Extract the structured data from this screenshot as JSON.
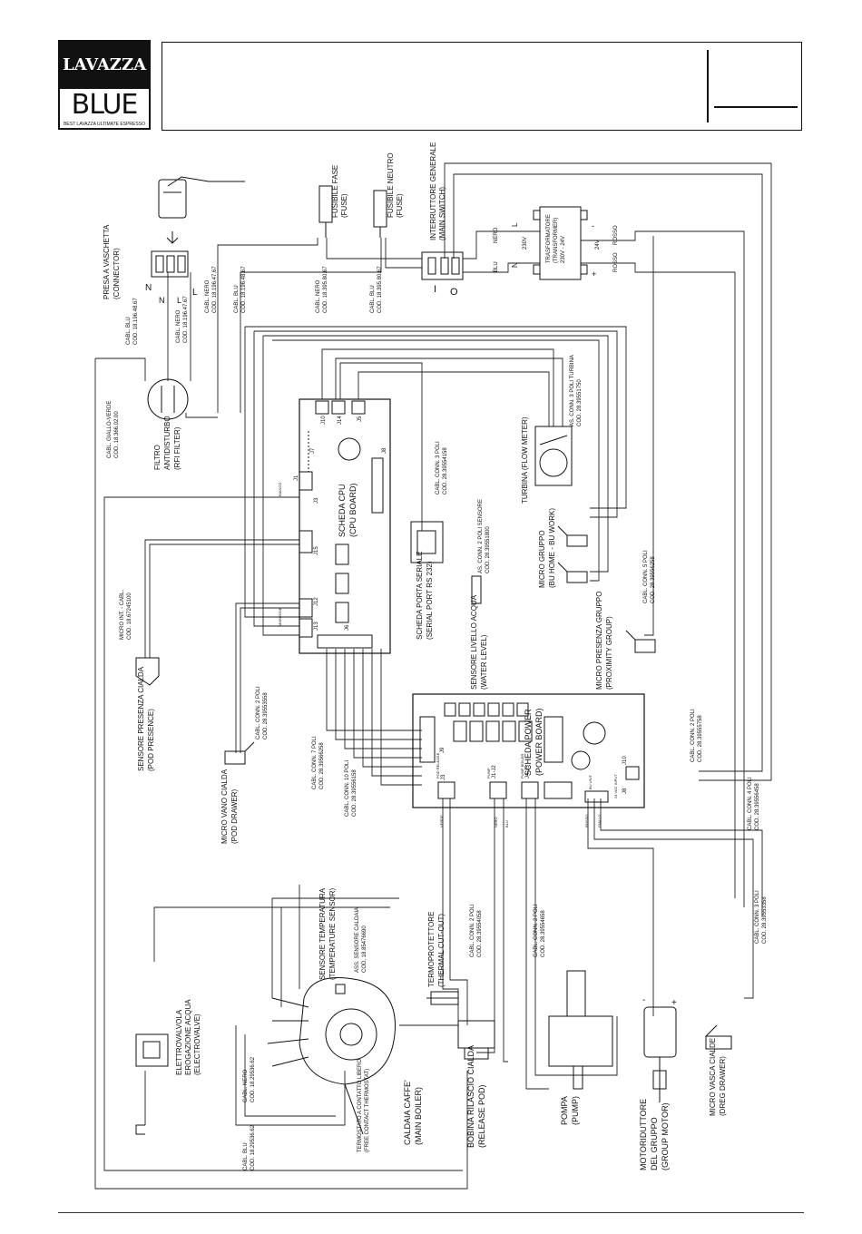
{
  "logo": {
    "brand": "LAVAZZA",
    "line": "BLUE",
    "tagline": "BEST LAVAZZA ULTIMATE ESPRESSO"
  },
  "labels": {
    "presa": [
      "PRESA A VASCHETTA",
      "(CONNECTOR)"
    ],
    "n_top": "N",
    "l_top": "L",
    "cabl_blu_a": [
      "CABL. BLU",
      "COD. 18.196.48.67"
    ],
    "cabl_nero_a": [
      "CABL. NERO",
      "COD. 18.196.47.67"
    ],
    "cabl_nero_b": [
      "CABL. NERO",
      "COD. 18.196.47.67"
    ],
    "cabl_blu_b": [
      "CABL. BLU",
      "COD. 18.196.48.67"
    ],
    "cabl_nero_c": [
      "CABL. NERO",
      "COD. 18.395.80.67"
    ],
    "cabl_blu_c": [
      "CABL. BLU",
      "COD. 18.395.80.67"
    ],
    "fusibile_fase": [
      "FUSIBILE FASE",
      "(FUSE)"
    ],
    "fusibile_neutro": [
      "FUSIBILE NEUTRO",
      "(FUSE)"
    ],
    "interruttore": [
      "INTERRUTTORE GENERALE",
      "(MAIN SWITCH)"
    ],
    "switch_i": "I",
    "switch_o": "O",
    "nero_w": "NERO",
    "blu_w": "BLU",
    "tr_l": "L",
    "tr_n": "N",
    "tr_230v": "230V",
    "trasformatore": [
      "TRASFORMATORE",
      "(TRANSFORMER)",
      "230V - 24V"
    ],
    "tr_24v": "24V",
    "rosso_a": "ROSSO",
    "rosso_b": "ROSSO",
    "tr_minus": "-",
    "tr_plus": "+",
    "cabl_giallo": [
      "CABL. GIALLO-VERDE",
      "COD. 18.366.02.00"
    ],
    "filtro": [
      "FILTRO",
      "ANTIDISTURBO",
      "(RFI FILTER)"
    ],
    "scheda_cpu": [
      "SCHEDA CPU",
      "(CPU BOARD)"
    ],
    "turbina_as": [
      "AS. CONN. 3 POLI TURBINA",
      "COD. 28.39551750"
    ],
    "turbina": "TURBINA (FLOW METER)",
    "cabl_conn3": [
      "CABL. CONN. 3 POLI",
      "COD. 28.39554158"
    ],
    "seriale": [
      "SCHEDA PORTA SERIALE",
      "(SERIAL PORT RS 232)"
    ],
    "livello_as": [
      "AS. CONN. 2 POLI SENSORE",
      "COD. 28.39551800"
    ],
    "livello": [
      "SENSORE LIVELLO ACQUA",
      "(WATER LEVEL)"
    ],
    "micro_gruppo": [
      "MICRO GRUPPO",
      "(BU HOME - BU WORK)"
    ],
    "micro_presenza": [
      "MICRO PRESENZA GRUPPO",
      "(PROXIMITY GROUP)"
    ],
    "cabl_conn5": [
      "CABL. CONN. 5 POLI",
      "COD. 28.39556258"
    ],
    "micro_int": [
      "MICRO INT. - CABL.",
      "COD. 18.67245100"
    ],
    "sensore_cialda": [
      "SENSORE PRESENZA CIALDA",
      "(POD PRESENCE)"
    ],
    "cabl_conn2_a": [
      "CABL. CONN. 2 POLI",
      "COD. 28.39553558"
    ],
    "micro_vano": [
      "MICRO VANO CIALDA",
      "(POD DRAWER)"
    ],
    "cabl_conn7": [
      "CABL. CONN. 7 POLI",
      "COD. 28.39566258"
    ],
    "cabl_conn10": [
      "CABL. CONN. 10 POLI",
      "COD. 28.39556158"
    ],
    "scheda_power": [
      "SCHEDA POWER",
      "(POWER BOARD)"
    ],
    "cabl_conn2_b": [
      "CABL. CONN. 2 POLI",
      "COD. 28.39555758"
    ],
    "cabl_conn4": [
      "CABL. CONN. 4 POLI",
      "COD. 28.39556458"
    ],
    "cabl_conn3_b": [
      "CABL. CONN. 3 POLI",
      "COD. 28.39553358"
    ],
    "sensore_temp": [
      "SENSORE TEMPERATURA",
      "(TEMPERATURE SENSOR)"
    ],
    "ass_sensore": [
      "ASS. SENSORE CALDAIA",
      "COD. 18.85476690"
    ],
    "termoprotettore": [
      "TERMOPROTETTORE",
      "(THERMAL CUT-OUT)"
    ],
    "cabl_conn2_c": [
      "CABL. CONN. 2 POLI",
      "COD. 28.39554058"
    ],
    "cabl_conn2_d": [
      "CABL. CONN. 2 POLI",
      "COD. 28.39554658"
    ],
    "elettrovalvola": [
      "ELETTROVALVOLA",
      "EROGAZIONE ACQUA",
      "(ELECTROVALVE)"
    ],
    "caldaia": [
      "CALDAIA CAFFE'",
      "(MAIN BOILER)"
    ],
    "termostato": [
      "TERMOSTATO A CONTATTO LIBERO",
      "(FREE CONTACT THERMOSTAT)"
    ],
    "cabl_nero_d": [
      "CABL. NERO",
      "COD. 18.29536.62"
    ],
    "cabl_blu_d": [
      "CABL. BLU",
      "COD. 18.29536.62"
    ],
    "bobina": [
      "BOBINA RILASCIO CIALDA",
      "(RELEASE POD)"
    ],
    "pompa": [
      "POMPA",
      "(PUMP)"
    ],
    "motoriduttore": [
      "MOTORIDUTTORE",
      "DEL GRUPPO",
      "(GROUP MOTOR)"
    ],
    "micro_vasca": [
      "MICRO VASCA CIALDE",
      "(DREG DRAWER)"
    ],
    "connectors": {
      "j10": "J10",
      "j14": "J14",
      "j5": "J5",
      "j7": "J7",
      "j8": "J8",
      "j1": "J1",
      "j3": "J3",
      "j15": "J15",
      "j12": "J12",
      "j13": "J13",
      "j6": "J6",
      "j9": "J9",
      "j3p": "J3",
      "j1j2": "J1-J2",
      "j4j5": "J4-J5",
      "j8p": "J8",
      "j10p": "J10"
    },
    "pin_tags": {
      "pod_release": "POD RELEASE",
      "pump": "PUMP",
      "pump_boiler": "PUMP BOILER",
      "bu_unit": "BU UNIT",
      "vac": "24 VAC INPUT"
    },
    "wire_colors": {
      "bianco": "BIANCO",
      "nero": "NERO",
      "blu": "BLU",
      "rosso": "ROSSO",
      "giallo": "GIALLO",
      "verde": "VERDE",
      "marrone": "MARRONE"
    },
    "motor_minus": "-",
    "motor_plus": "+",
    "n_plug": "N",
    "l_plug": "L"
  }
}
